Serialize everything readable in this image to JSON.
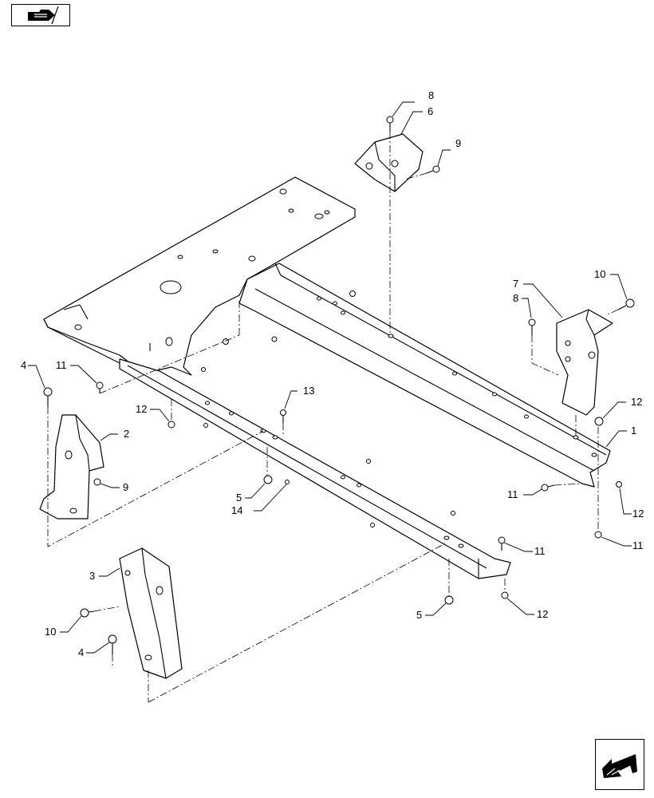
{
  "navigation": {
    "previous_icon": "hand-pointing-right-icon",
    "next_icon": "arrow-pointing-down-left-icon"
  },
  "callouts": [
    {
      "id": "c-8-top",
      "label": "8"
    },
    {
      "id": "c-6",
      "label": "6"
    },
    {
      "id": "c-9-top",
      "label": "9"
    },
    {
      "id": "c-10-right",
      "label": "10"
    },
    {
      "id": "c-7",
      "label": "7"
    },
    {
      "id": "c-8-right",
      "label": "8"
    },
    {
      "id": "c-4-left",
      "label": "4"
    },
    {
      "id": "c-11-left",
      "label": "11"
    },
    {
      "id": "c-13",
      "label": "13"
    },
    {
      "id": "c-12-left",
      "label": "12"
    },
    {
      "id": "c-2",
      "label": "2"
    },
    {
      "id": "c-12-right",
      "label": "12"
    },
    {
      "id": "c-1",
      "label": "1"
    },
    {
      "id": "c-9-left",
      "label": "9"
    },
    {
      "id": "c-5-mid",
      "label": "5"
    },
    {
      "id": "c-11-mid",
      "label": "11"
    },
    {
      "id": "c-12-mid",
      "label": "12"
    },
    {
      "id": "c-14",
      "label": "14"
    },
    {
      "id": "c-11-bottom-right",
      "label": "11"
    },
    {
      "id": "c-11-rail",
      "label": "11"
    },
    {
      "id": "c-3",
      "label": "3"
    },
    {
      "id": "c-10-left",
      "label": "10"
    },
    {
      "id": "c-5-bottom",
      "label": "5"
    },
    {
      "id": "c-12-bottom",
      "label": "12"
    },
    {
      "id": "c-4-bottom",
      "label": "4"
    }
  ]
}
